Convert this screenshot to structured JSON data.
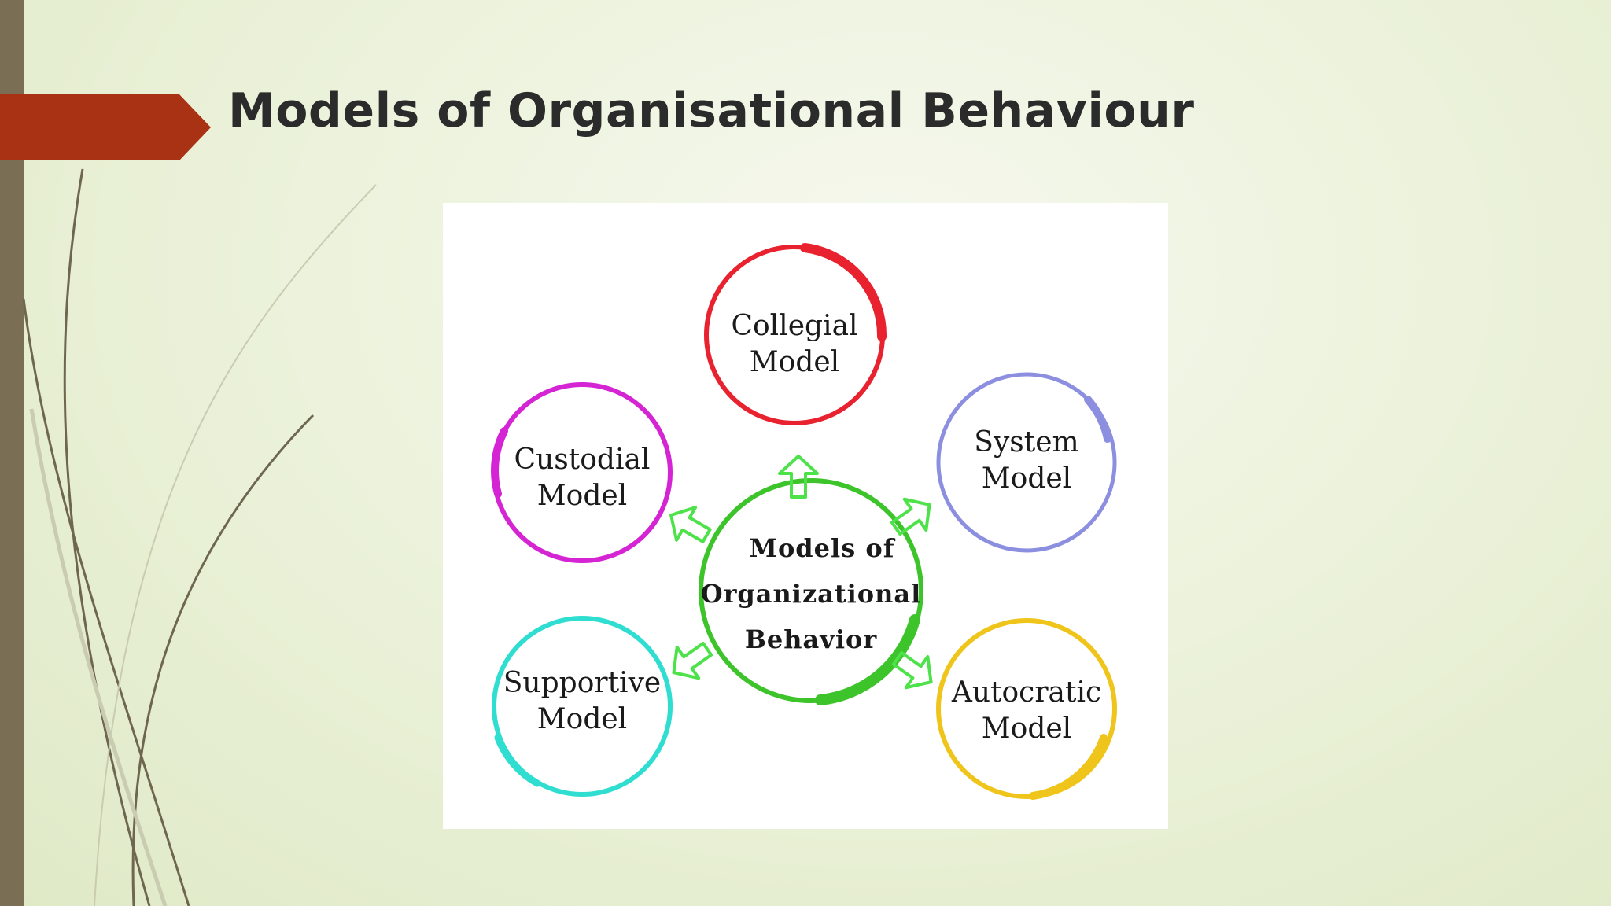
{
  "slide": {
    "title": "Models of Organisational Behaviour",
    "accent_color": "#a93214",
    "sidebar_color": "#7a6f55"
  },
  "diagram": {
    "center": {
      "line1": "Models of",
      "line2": "Organizational",
      "line3": "Behavior",
      "color": "#3cc42a"
    },
    "nodes": [
      {
        "id": "collegial",
        "line1": "Collegial",
        "line2": "Model",
        "color": "#e8232f"
      },
      {
        "id": "system",
        "line1": "System",
        "line2": "Model",
        "color": "#8c8fe0"
      },
      {
        "id": "autocratic",
        "line1": "Autocratic",
        "line2": "Model",
        "color": "#efc51c"
      },
      {
        "id": "supportive",
        "line1": "Supportive",
        "line2": "Model",
        "color": "#2fded0"
      },
      {
        "id": "custodial",
        "line1": "Custodial",
        "line2": "Model",
        "color": "#d424d4"
      }
    ],
    "arrow_icon": "outline-arrow-icon",
    "arrow_color": "#4ee24a"
  }
}
